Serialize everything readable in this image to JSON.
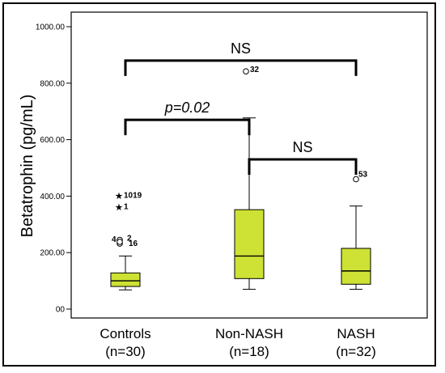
{
  "chart_data": {
    "type": "box",
    "ylabel": "Betatrophin (pg/mL)",
    "ylim": [
      0,
      1000
    ],
    "yticks": [
      0,
      200,
      400,
      600,
      800,
      1000
    ],
    "ytick_labels": [
      "00",
      "200.00",
      "400.00",
      "600.00",
      "800.00",
      "1000.00"
    ],
    "box_color": "#cde234",
    "groups": [
      {
        "name": "Controls",
        "n_label": "(n=30)",
        "whisker_low": 68,
        "q1": 80,
        "median": 100,
        "q3": 128,
        "whisker_high": 188,
        "outliers": [
          {
            "value": 232,
            "marker": "circle",
            "label": "4"
          },
          {
            "value": 245,
            "marker": "circle",
            "label": "2"
          },
          {
            "value": 238,
            "marker": "circle",
            "label": "16"
          },
          {
            "value": 362,
            "marker": "star",
            "label": "1"
          },
          {
            "value": 403,
            "marker": "star",
            "label": "1019"
          }
        ]
      },
      {
        "name": "Non-NASH",
        "n_label": "(n=18)",
        "whisker_low": 70,
        "q1": 108,
        "median": 188,
        "q3": 352,
        "whisker_high": 677,
        "outliers": [
          {
            "value": 842,
            "marker": "circle",
            "label": "32"
          }
        ]
      },
      {
        "name": "NASH",
        "n_label": "(n=32)",
        "whisker_low": 70,
        "q1": 88,
        "median": 135,
        "q3": 215,
        "whisker_high": 365,
        "outliers": [
          {
            "value": 460,
            "marker": "circle",
            "label": "53"
          }
        ]
      }
    ],
    "comparisons": [
      {
        "from": 0,
        "to": 1,
        "label": "p=0.02",
        "at": 670,
        "italic": true
      },
      {
        "from": 1,
        "to": 2,
        "label": "NS",
        "at": 530,
        "italic": false
      },
      {
        "from": 0,
        "to": 2,
        "label": "NS",
        "at": 880,
        "italic": false
      }
    ]
  }
}
